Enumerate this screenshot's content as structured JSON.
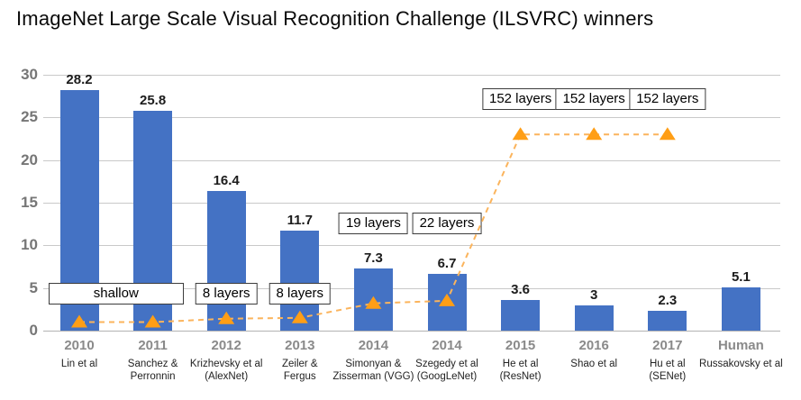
{
  "title": "ImageNet Large Scale Visual Recognition Challenge (ILSVRC) winners",
  "chart_data": {
    "type": "bar",
    "title": "ImageNet Large Scale Visual Recognition Challenge (ILSVRC) winners",
    "categories": [
      "2010",
      "2011",
      "2012",
      "2013",
      "2014",
      "2014",
      "2015",
      "2016",
      "2017",
      "Human"
    ],
    "category_sublabels": [
      [
        "Lin et al"
      ],
      [
        "Sanchez &",
        "Perronnin"
      ],
      [
        "Krizhevsky et al",
        "(AlexNet)"
      ],
      [
        "Zeiler &",
        "Fergus"
      ],
      [
        "Simonyan &",
        "Zisserman (VGG)"
      ],
      [
        "Szegedy et al",
        "(GoogLeNet)"
      ],
      [
        "He et al",
        "(ResNet)"
      ],
      [
        "Shao et al"
      ],
      [
        "Hu et al",
        "(SENet)"
      ],
      [
        "Russakovsky et al"
      ]
    ],
    "series": [
      {
        "name": "top-5-error-rate",
        "type": "bar",
        "color": "#4472C4",
        "values": [
          28.2,
          25.8,
          16.4,
          11.7,
          7.3,
          6.7,
          3.6,
          3,
          2.3,
          5.1
        ],
        "value_labels": [
          "28.2",
          "25.8",
          "16.4",
          "11.7",
          "7.3",
          "6.7",
          "3.6",
          "3",
          "2.3",
          "5.1"
        ]
      },
      {
        "name": "network-depth-trend",
        "type": "line",
        "marker": "triangle",
        "marker_color": "#FF9E16",
        "line_color": "#FBB45C",
        "dashed": true,
        "values": [
          1,
          1,
          1.4,
          1.5,
          3.2,
          3.5,
          23,
          23,
          23,
          null
        ]
      }
    ],
    "annotations": [
      {
        "text": "shallow",
        "bars": [
          0,
          1
        ],
        "v": 4.3,
        "min_w": 150
      },
      {
        "text": "8 layers",
        "bars": [
          2
        ],
        "v": 4.3
      },
      {
        "text": "8 layers",
        "bars": [
          3
        ],
        "v": 4.3
      },
      {
        "text": "19 layers",
        "bars": [
          4
        ],
        "v": 12.55
      },
      {
        "text": "22 layers",
        "bars": [
          5
        ],
        "v": 12.55
      },
      {
        "text": "152 layers",
        "bars": [
          6
        ],
        "v": 27.1
      },
      {
        "text": "152 layers",
        "bars": [
          7
        ],
        "v": 27.1
      },
      {
        "text": "152 layers",
        "bars": [
          8
        ],
        "v": 27.1
      }
    ],
    "yticks": [
      0,
      5,
      10,
      15,
      20,
      25,
      30
    ],
    "ylim": [
      0,
      30
    ],
    "xlabel": "",
    "ylabel": "",
    "grid": true,
    "legend": "none",
    "colors": {
      "bar": "#4472C4",
      "marker": "#FF9E16",
      "dash_line": "#FBB45C",
      "gridline": "#c9c9c9",
      "axis_text": "#767676",
      "year_text": "#8a8a8a"
    }
  }
}
